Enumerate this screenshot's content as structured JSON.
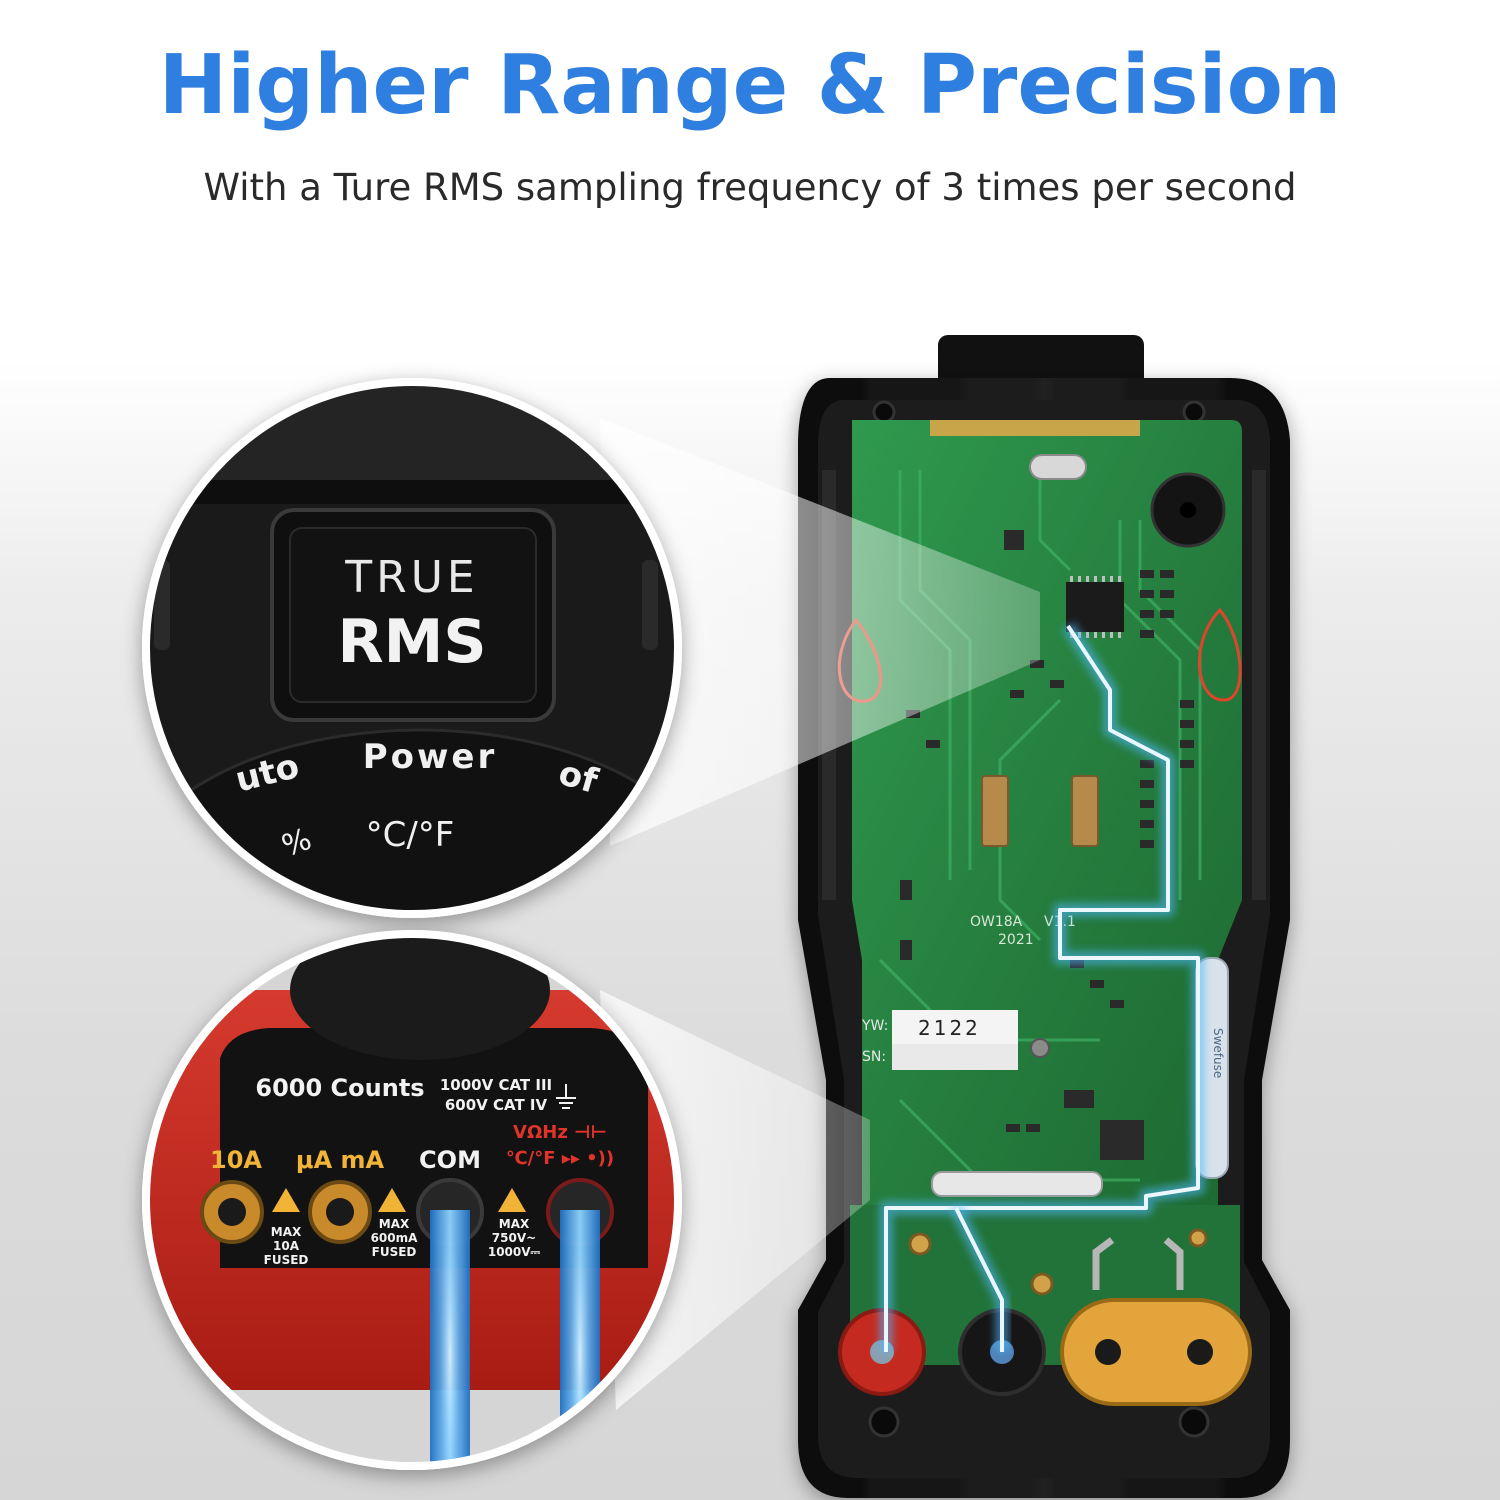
{
  "header": {
    "title": "Higher Range & Precision",
    "subtitle": "With a Ture RMS sampling frequency of 3 times per second"
  },
  "colors": {
    "accent_blue": "#2f7fe0",
    "pcb_green": "#2e8a45",
    "case_black": "#161616",
    "case_red": "#c8261d",
    "glow_blue": "#6fc6ff"
  },
  "callout_top": {
    "badge_line1": "TRUE",
    "badge_line2": "RMS",
    "dial_power": "Power",
    "dial_auto": "uto",
    "dial_off": "of",
    "dial_temp": "°C/°F",
    "dial_pct": "%"
  },
  "callout_bottom": {
    "counts": "6000 Counts",
    "cat_line1": "1000V CAT III",
    "cat_line2": "600V CAT IV",
    "jack_10a": "10A",
    "jack_ua_ma": "μA mA",
    "jack_com": "COM",
    "jack_v_line1": "VΩHz ⊣⊢",
    "jack_v_line2": "℃/°F ▸▸ •))",
    "max_10a_l1": "MAX",
    "max_10a_l2": "10A",
    "max_10a_l3": "FUSED",
    "max_ma_l1": "MAX",
    "max_ma_l2": "600mA",
    "max_ma_l3": "FUSED",
    "max_v_l1": "MAX",
    "max_v_l2": "750V~",
    "max_v_l3": "1000V⎓"
  },
  "board": {
    "model_line1": "OW18A",
    "model_line2": "2021",
    "model_rev": "V1.1",
    "yw_label": "YW:",
    "yw_value": "2122",
    "sn_label": "SN:",
    "fuse_label": "Swefuse"
  }
}
